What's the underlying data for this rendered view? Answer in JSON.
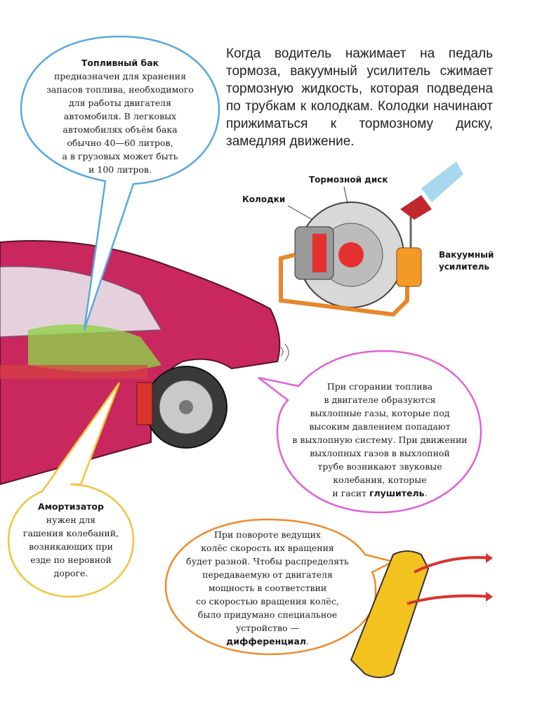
{
  "intro_text": "Когда водитель нажимает на педаль тормоза, вакуумный усилитель сжимает тормозную жидкость, которая подведена по трубкам к колодкам. Колодки начинают прижиматься к тормозному диску, замедляя движение.",
  "brake_diagram": {
    "label_disc": "Тормозной диск",
    "label_pads": "Колодки",
    "label_booster_line1": "Вакуумный",
    "label_booster_line2": "усилитель"
  },
  "fuel_tank": {
    "title": "Топливный бак",
    "lines": [
      "предназначен для хранения",
      "запасов топлива, необходимого",
      "для работы двигателя",
      "автомобиля. В легковых",
      "автомобилях объём бака",
      "обычно 40—60 литров,",
      "а в грузовых может быть",
      "и 100 литров."
    ]
  },
  "muffler": {
    "lines": [
      "При сгорании топлива",
      "в двигателе образуются",
      "выхлопные газы, которые под",
      "высоким давлением попадают",
      "в выхлопную систему. При движении",
      "выхлопных газов в выхлопной",
      "трубе возникают звуковые",
      "колебания, которые"
    ],
    "last_prefix": "и гасит ",
    "term": "глушитель",
    "last_suffix": "."
  },
  "shock_absorber": {
    "title": "Амортизатор",
    "lines": [
      "нужен для",
      "гашения колебаний,",
      "возникающих при",
      "езде по неровной",
      "дороге."
    ]
  },
  "differential": {
    "lines": [
      "При повороте ведущих",
      "колёс скорость их вращения",
      "будет разной. Чтобы распределять",
      "передаваемую от двигателя",
      "мощность в соответствии",
      "со скоростью вращения колёс,",
      "было придумано специальное",
      "устройство —"
    ],
    "term": "дифференциал",
    "suffix": "."
  },
  "colors": {
    "fuel_bubble": "#5aa8e0",
    "muffler_bubble": "#e060d8",
    "shock_bubble": "#f2c43a",
    "diff_bubble": "#f08a2a",
    "car_body": "#c8285e"
  }
}
